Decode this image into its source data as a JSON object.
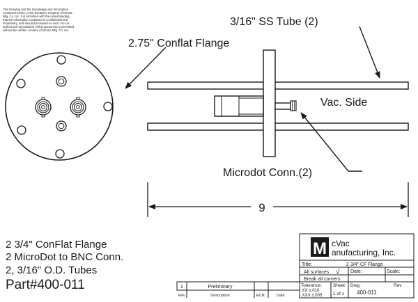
{
  "disclaimer": [
    "This Drawing and the Knowledge and Information",
    "contained herein, is the Exclusive Property of McVac",
    "Mfg. Co. Inc. It is furnished with the understanding",
    "that the information contained is Confidential and",
    "Proprietary, and should be treated as such. No Un-",
    "authorized reproduction of this Document is permitted",
    "without the written consent of McVac Mfg. Co. Inc."
  ],
  "labels": {
    "tube": "3/16\" SS Tube (2)",
    "flange": "2.75\" Conflat Flange",
    "vac_side": "Vac. Side",
    "microdot": "Microdot Conn.(2)",
    "dimension": "9"
  },
  "notes": {
    "line1": "2 3/4\" ConFlat Flange",
    "line2": "2 MicroDot to BNC Conn.",
    "line3": "2, 3/16\" O.D. Tubes",
    "part": "Part#400-011"
  },
  "title_block": {
    "logo_letter": "M",
    "company_line1": "cVac",
    "company_line2": "anufacturing, Inc.",
    "title_label": "Title:",
    "title_value": "2 3/4\" CF Flange",
    "surfaces": "All surfaces",
    "finish_symbol": "√",
    "date_label": "Date:",
    "scale_label": "Scale:",
    "break_corners": "Break all corners",
    "tolerance_label": "Tolerance:",
    "tol_xx": ".XX  ±.010",
    "tol_xxx": ".XXX  ±.005",
    "sheet_label": "Sheet",
    "sheet_value": "1  of  1",
    "dwg_label": "Dwg:",
    "dwg_value": "400-011",
    "rev_label": "Rev"
  },
  "revision": {
    "rev": "1",
    "description": "Preliminary",
    "headers": [
      "Rev",
      "Description",
      "ECN",
      "Date"
    ]
  }
}
